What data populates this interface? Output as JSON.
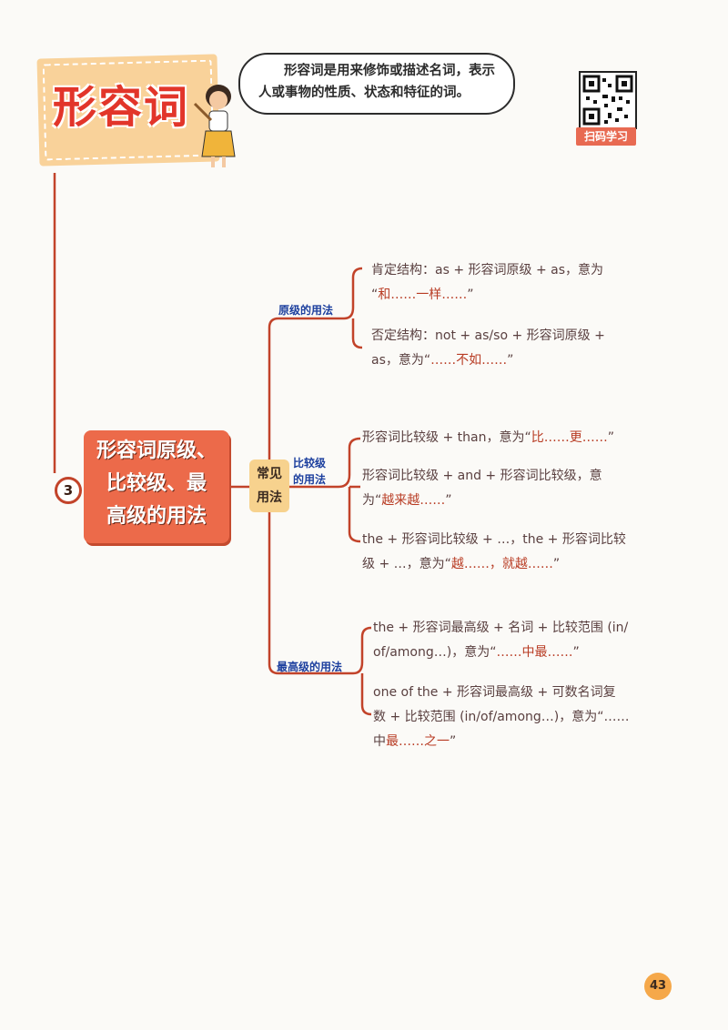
{
  "header": {
    "title": "形容词",
    "definition": "形容词是用来修饰或描述名词，表示人或事物的性质、状态和特征的词。",
    "qr_label": "扫码学习"
  },
  "section": {
    "number": "3",
    "title_lines": [
      "形容词原级、",
      "比较级、最",
      "高级的用法"
    ],
    "hub_lines": [
      "常见",
      "用法"
    ]
  },
  "branches": {
    "positive": {
      "label": "原级的用法",
      "rules": [
        {
          "line1": "肯定结构：as + 形容词原级 + as，意为",
          "line2_pre": "“",
          "line2_red": "和……一样……",
          "line2_post": "”"
        },
        {
          "line1": "否定结构：not + as/so + 形容词原级 +",
          "line2_pre": "as，意为“",
          "line2_red": "……不如……",
          "line2_post": "”"
        }
      ]
    },
    "comparative": {
      "label_lines": [
        "比较级",
        "的用法"
      ],
      "rules": [
        {
          "line1_pre": "形容词比较级 + than，意为“",
          "line1_red": "比……更……",
          "line1_post": "”"
        },
        {
          "line1": "形容词比较级 + and + 形容词比较级，意",
          "line2_pre": "为“",
          "line2_red": "越来越……",
          "line2_post": "”"
        },
        {
          "line1": "the + 形容词比较级 + …，the + 形容词比较",
          "line2_pre": "级 + …，意为“",
          "line2_red": "越……，就越……",
          "line2_post": "”"
        }
      ]
    },
    "superlative": {
      "label": "最高级的用法",
      "rules": [
        {
          "line1": "the + 形容词最高级 + 名词 + 比较范围 (in/",
          "line2_pre": "of/among…)，意为“",
          "line2_red": "……中最……",
          "line2_post": "”"
        },
        {
          "line1": "one of the + 形容词最高级 + 可数名词复",
          "line2": "数 + 比较范围 (in/of/among…)，意为“……",
          "line3_pre": "中",
          "line3_red": "最……之一",
          "line3_post": "”"
        }
      ]
    }
  },
  "page_number": "43",
  "colors": {
    "accent": "#ec6a4a",
    "line": "#c2432a",
    "category": "#1c3f9e",
    "highlight": "#b83c24"
  },
  "icons": [
    "teacher-character-icon",
    "qr-code-icon"
  ]
}
